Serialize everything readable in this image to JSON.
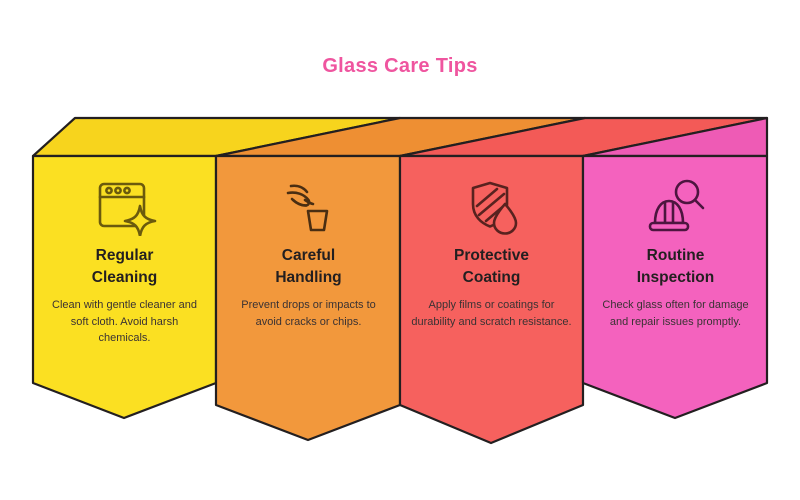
{
  "title": "Glass Care Tips",
  "theme": {
    "title_color": "#ef559f",
    "outline_color": "#231f20",
    "heading_color": "#231f20",
    "body_color": "#3a3233"
  },
  "panels": [
    {
      "id": "regular-cleaning",
      "icon": "window-sparkle-icon",
      "heading": "Regular\nCleaning",
      "body": "Clean with gentle cleaner and soft cloth. Avoid harsh chemicals.",
      "color": "#fbe022",
      "roof_color": "#f7d41d"
    },
    {
      "id": "careful-handling",
      "icon": "hand-glass-icon",
      "heading": "Careful\nHandling",
      "body": "Prevent drops or impacts to avoid cracks or chips.",
      "color": "#f2983c",
      "roof_color": "#ee8f33"
    },
    {
      "id": "protective-coating",
      "icon": "shield-droplet-icon",
      "heading": "Protective\nCoating",
      "body": "Apply films or coatings for durability and scratch resistance.",
      "color": "#f6615e",
      "roof_color": "#f35a57"
    },
    {
      "id": "routine-inspection",
      "icon": "hardhat-magnifier-icon",
      "heading": "Routine\nInspection",
      "body": "Check glass often for damage and repair issues promptly.",
      "color": "#f462be",
      "roof_color": "#ee5bb5"
    }
  ]
}
